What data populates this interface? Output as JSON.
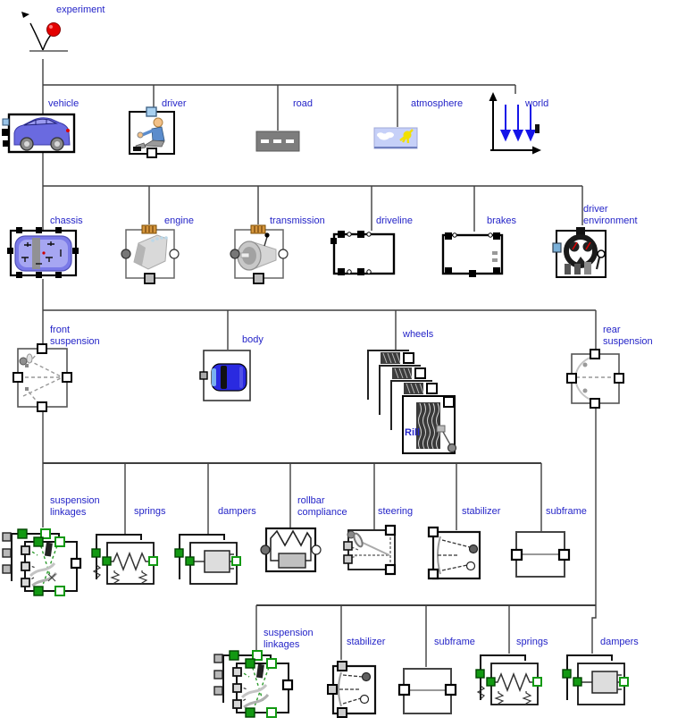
{
  "colors": {
    "background": "#ffffff",
    "label_text": "#2424c8",
    "connector_line": "#3f3f3f",
    "green_connector": "#129912",
    "ball_red": "#e40000",
    "car_blue": "#6a6ae0",
    "road_gray": "#7d7d7d",
    "atmosphere_blue": "#c6d0f8",
    "world_arrow_blue": "#1515e8"
  },
  "nodes": {
    "experiment": {
      "label": "experiment"
    },
    "vehicle": {
      "label": "vehicle"
    },
    "driver": {
      "label": "driver"
    },
    "road": {
      "label": "road"
    },
    "atmosphere": {
      "label": "atmosphere"
    },
    "world": {
      "label": "world"
    },
    "chassis": {
      "label": "chassis"
    },
    "engine": {
      "label": "engine"
    },
    "transmission": {
      "label": "transmission"
    },
    "driveline": {
      "label": "driveline"
    },
    "brakes": {
      "label": "brakes"
    },
    "driver_environment": {
      "label": "driver\nenvironment"
    },
    "front_suspension": {
      "label": "front\nsuspension"
    },
    "body": {
      "label": "body"
    },
    "wheels": {
      "label": "wheels",
      "tire_model_text": "Rill"
    },
    "rear_suspension": {
      "label": "rear\nsuspension"
    },
    "suspension_linkages_front": {
      "label": "suspension\nlinkages"
    },
    "springs_front": {
      "label": "springs"
    },
    "dampers_front": {
      "label": "dampers"
    },
    "rollbar_compliance": {
      "label": "rollbar\ncompliance"
    },
    "steering": {
      "label": "steering"
    },
    "stabilizer_front": {
      "label": "stabilizer"
    },
    "subframe_front": {
      "label": "subframe"
    },
    "suspension_linkages_rear": {
      "label": "suspension\nlinkages"
    },
    "stabilizer_rear": {
      "label": "stabilizer"
    },
    "subframe_rear": {
      "label": "subframe"
    },
    "springs_rear": {
      "label": "springs"
    },
    "dampers_rear": {
      "label": "dampers"
    }
  },
  "hierarchy": {
    "experiment": [
      "vehicle",
      "driver",
      "road",
      "atmosphere",
      "world"
    ],
    "vehicle": [
      "chassis",
      "engine",
      "transmission",
      "driveline",
      "brakes",
      "driver_environment"
    ],
    "chassis": [
      "front_suspension",
      "body",
      "wheels",
      "rear_suspension"
    ],
    "front_suspension": [
      "suspension_linkages_front",
      "springs_front",
      "dampers_front",
      "rollbar_compliance",
      "steering",
      "stabilizer_front",
      "subframe_front"
    ],
    "rear_suspension": [
      "suspension_linkages_rear",
      "stabilizer_rear",
      "subframe_rear",
      "springs_rear",
      "dampers_rear"
    ]
  }
}
